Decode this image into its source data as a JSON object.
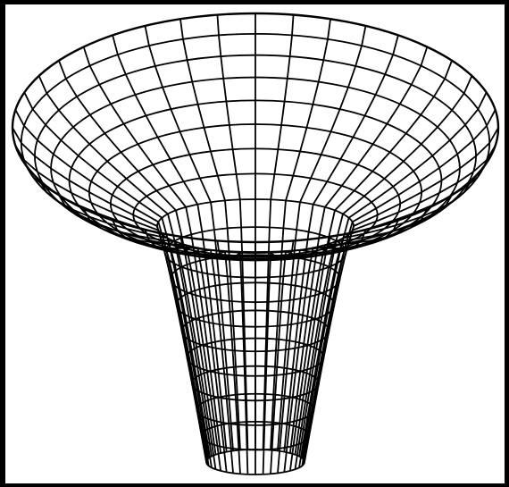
{
  "figure": {
    "subject": "funnel-wireframe-surface",
    "background_color": "#000000",
    "panel_color": "#ffffff",
    "line_color": "#000000",
    "meridian_count": 40,
    "rim_ring_count": 8,
    "throat_ring_count": 9
  }
}
